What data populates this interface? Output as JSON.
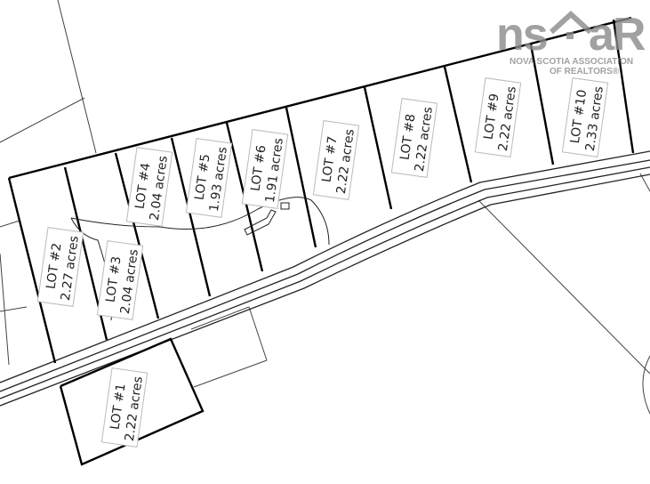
{
  "watermark": {
    "logo": "ns^aR",
    "line1": "NOVA SCOTIA ASSOCIATION",
    "line2": "OF REALTORS®",
    "color": "#8a8a8a"
  },
  "lots": [
    {
      "name": "LOT #1",
      "area": "2.22 acres"
    },
    {
      "name": "LOT #2",
      "area": "2.27 acres"
    },
    {
      "name": "LOT #3",
      "area": "2.04 acres"
    },
    {
      "name": "LOT #4",
      "area": "2.04 acres"
    },
    {
      "name": "LOT #5",
      "area": "1.93 acres"
    },
    {
      "name": "LOT #6",
      "area": "1.91 acres"
    },
    {
      "name": "LOT #7",
      "area": "2.22 acres"
    },
    {
      "name": "LOT #8",
      "area": "2.22 acres"
    },
    {
      "name": "LOT #9",
      "area": "2.22 acres"
    },
    {
      "name": "LOT #10",
      "area": "2.33 acres"
    }
  ]
}
